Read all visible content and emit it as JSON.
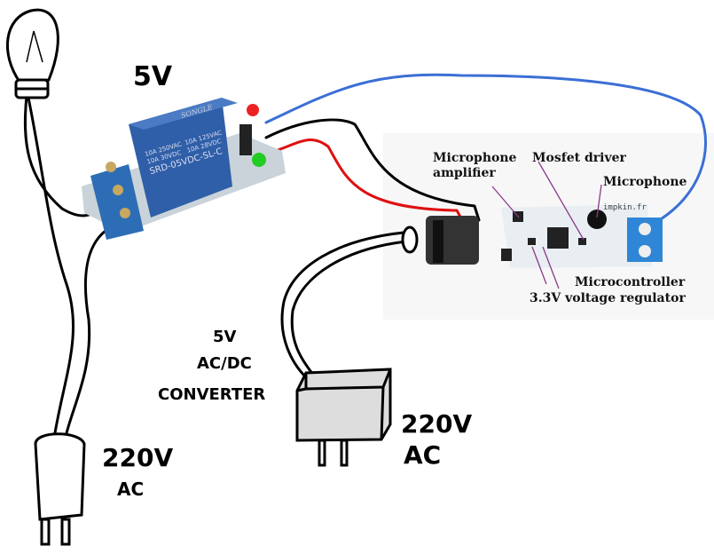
{
  "labels": {
    "relay_voltage": "5V",
    "converter_line1": "5V",
    "converter_line2": "AC/DC",
    "converter_line3": "CONVERTER",
    "mains_left_line1": "220V",
    "mains_left_line2": "AC",
    "mains_right_line1": "220V",
    "mains_right_line2": "AC"
  },
  "relay": {
    "brand": "SONGLE",
    "rating_1": "10A 250VAC",
    "rating_2": "10A 30VDC",
    "rating_3": "10A 125VAC",
    "rating_4": "10A 28VDC",
    "model": "SRD-05VDC-SL-C",
    "color": "#2f5fa8"
  },
  "board": {
    "silkscreen": "impkin.fr",
    "annotations": {
      "mic_amp_1": "Microphone",
      "mic_amp_2": "amplifier",
      "mosfet": "Mosfet driver",
      "microphone": "Microphone",
      "mcu": "Microcontroller",
      "regulator": "3.3V voltage regulator"
    },
    "pointer_color": "#8a3a8a"
  },
  "wire_colors": {
    "signal": "#3b6fd6",
    "positive": "#e01010",
    "ground": "#000000"
  }
}
